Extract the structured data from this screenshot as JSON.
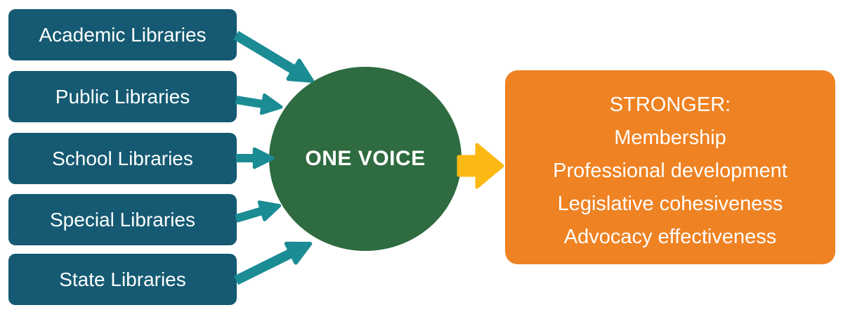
{
  "diagram": {
    "sources": [
      {
        "label": "Academic Libraries"
      },
      {
        "label": "Public Libraries"
      },
      {
        "label": "School Libraries"
      },
      {
        "label": "Special Libraries"
      },
      {
        "label": "State Libraries"
      }
    ],
    "hub": {
      "label": "ONE VOICE"
    },
    "outcome": {
      "lines": [
        "STRONGER:",
        "Membership",
        "Professional development",
        "Legislative cohesiveness",
        "Advocacy effectiveness"
      ]
    },
    "colors": {
      "source_box": "#155A72",
      "connector_arrow": "#1B8C94",
      "hub_circle": "#2E6B40",
      "outcome_box": "#EF8222",
      "outcome_arrow": "#FCB813",
      "text": "#FFFFFF"
    }
  }
}
